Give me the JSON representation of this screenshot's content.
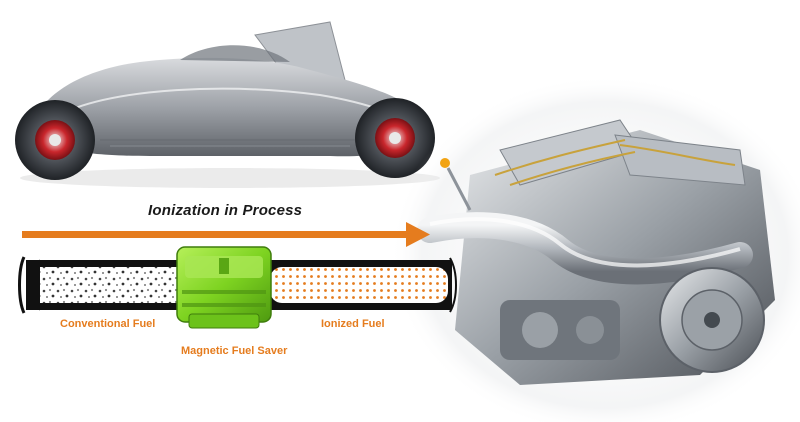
{
  "diagram": {
    "title": "Ionization in Process",
    "labels": {
      "conventional": "Conventional Fuel",
      "device": "Magnetic Fuel Saver",
      "ionized": "Ionized Fuel"
    }
  },
  "colors": {
    "accent": "#e57c1e",
    "device_green": "#7ed321",
    "text_dark": "#1a1a1a"
  },
  "icons": {
    "car": "concept-car-illustration",
    "engine": "engine-illustration",
    "device": "magnetic-fuel-saver-illustration",
    "arrow": "process-arrow"
  }
}
